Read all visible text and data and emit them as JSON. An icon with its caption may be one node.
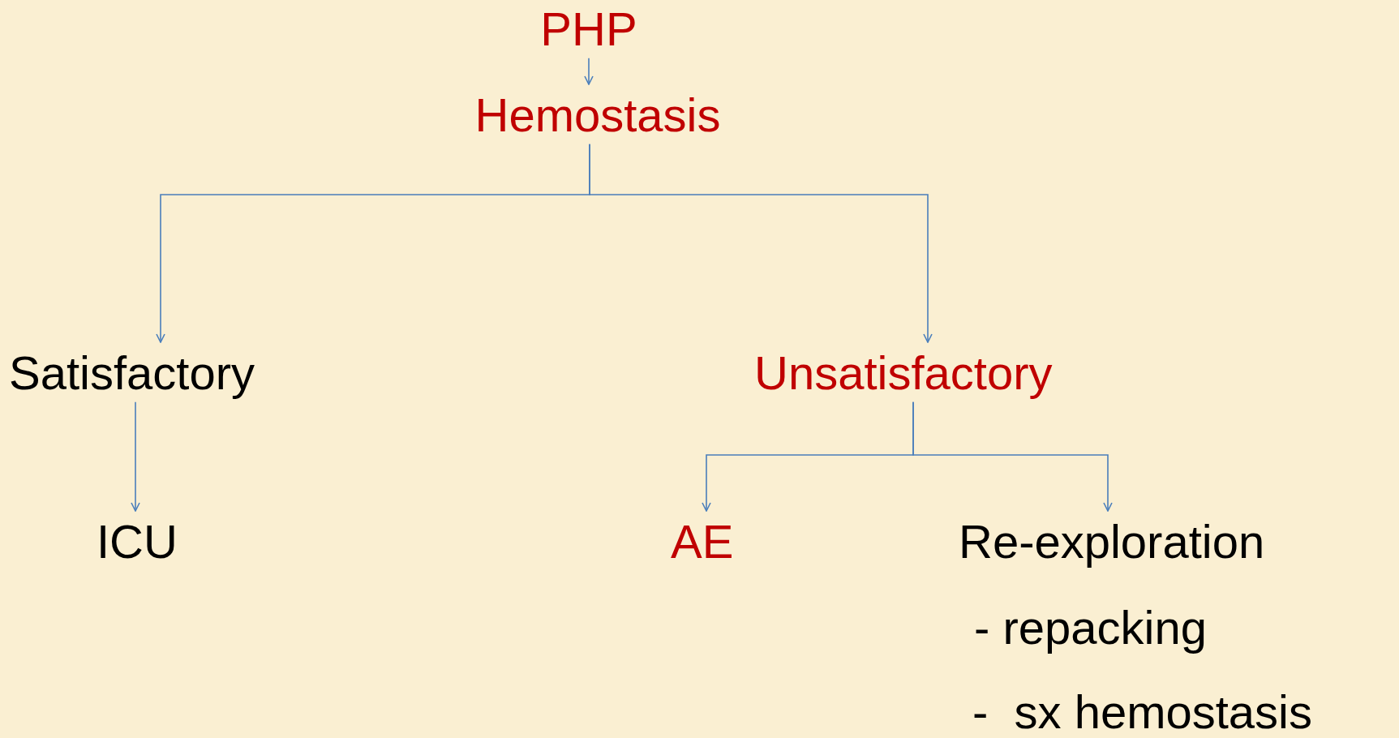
{
  "diagram": {
    "nodes": [
      {
        "text": [
          "PHP"
        ]
      },
      {
        "text": [
          "Hemostasis"
        ]
      },
      {
        "text": [
          "Satisfactory"
        ]
      },
      {
        "text": [
          "Unsatisfactory"
        ]
      },
      {
        "text": [
          "ICU"
        ]
      },
      {
        "text": [
          "AE"
        ]
      },
      {
        "text": [
          "Re-exploration",
          "- repacking",
          "-  sx hemostasis"
        ]
      }
    ],
    "edges": [
      {
        "from": 0,
        "to": 1,
        "arrow": "to"
      },
      {
        "from": 1,
        "to": 2,
        "arrow": "to"
      },
      {
        "from": 1,
        "to": 3,
        "arrow": "to"
      },
      {
        "from": 2,
        "to": 4,
        "arrow": "to"
      },
      {
        "from": 3,
        "to": 5,
        "arrow": "to"
      },
      {
        "from": 3,
        "to": 6,
        "arrow": "to"
      }
    ]
  }
}
